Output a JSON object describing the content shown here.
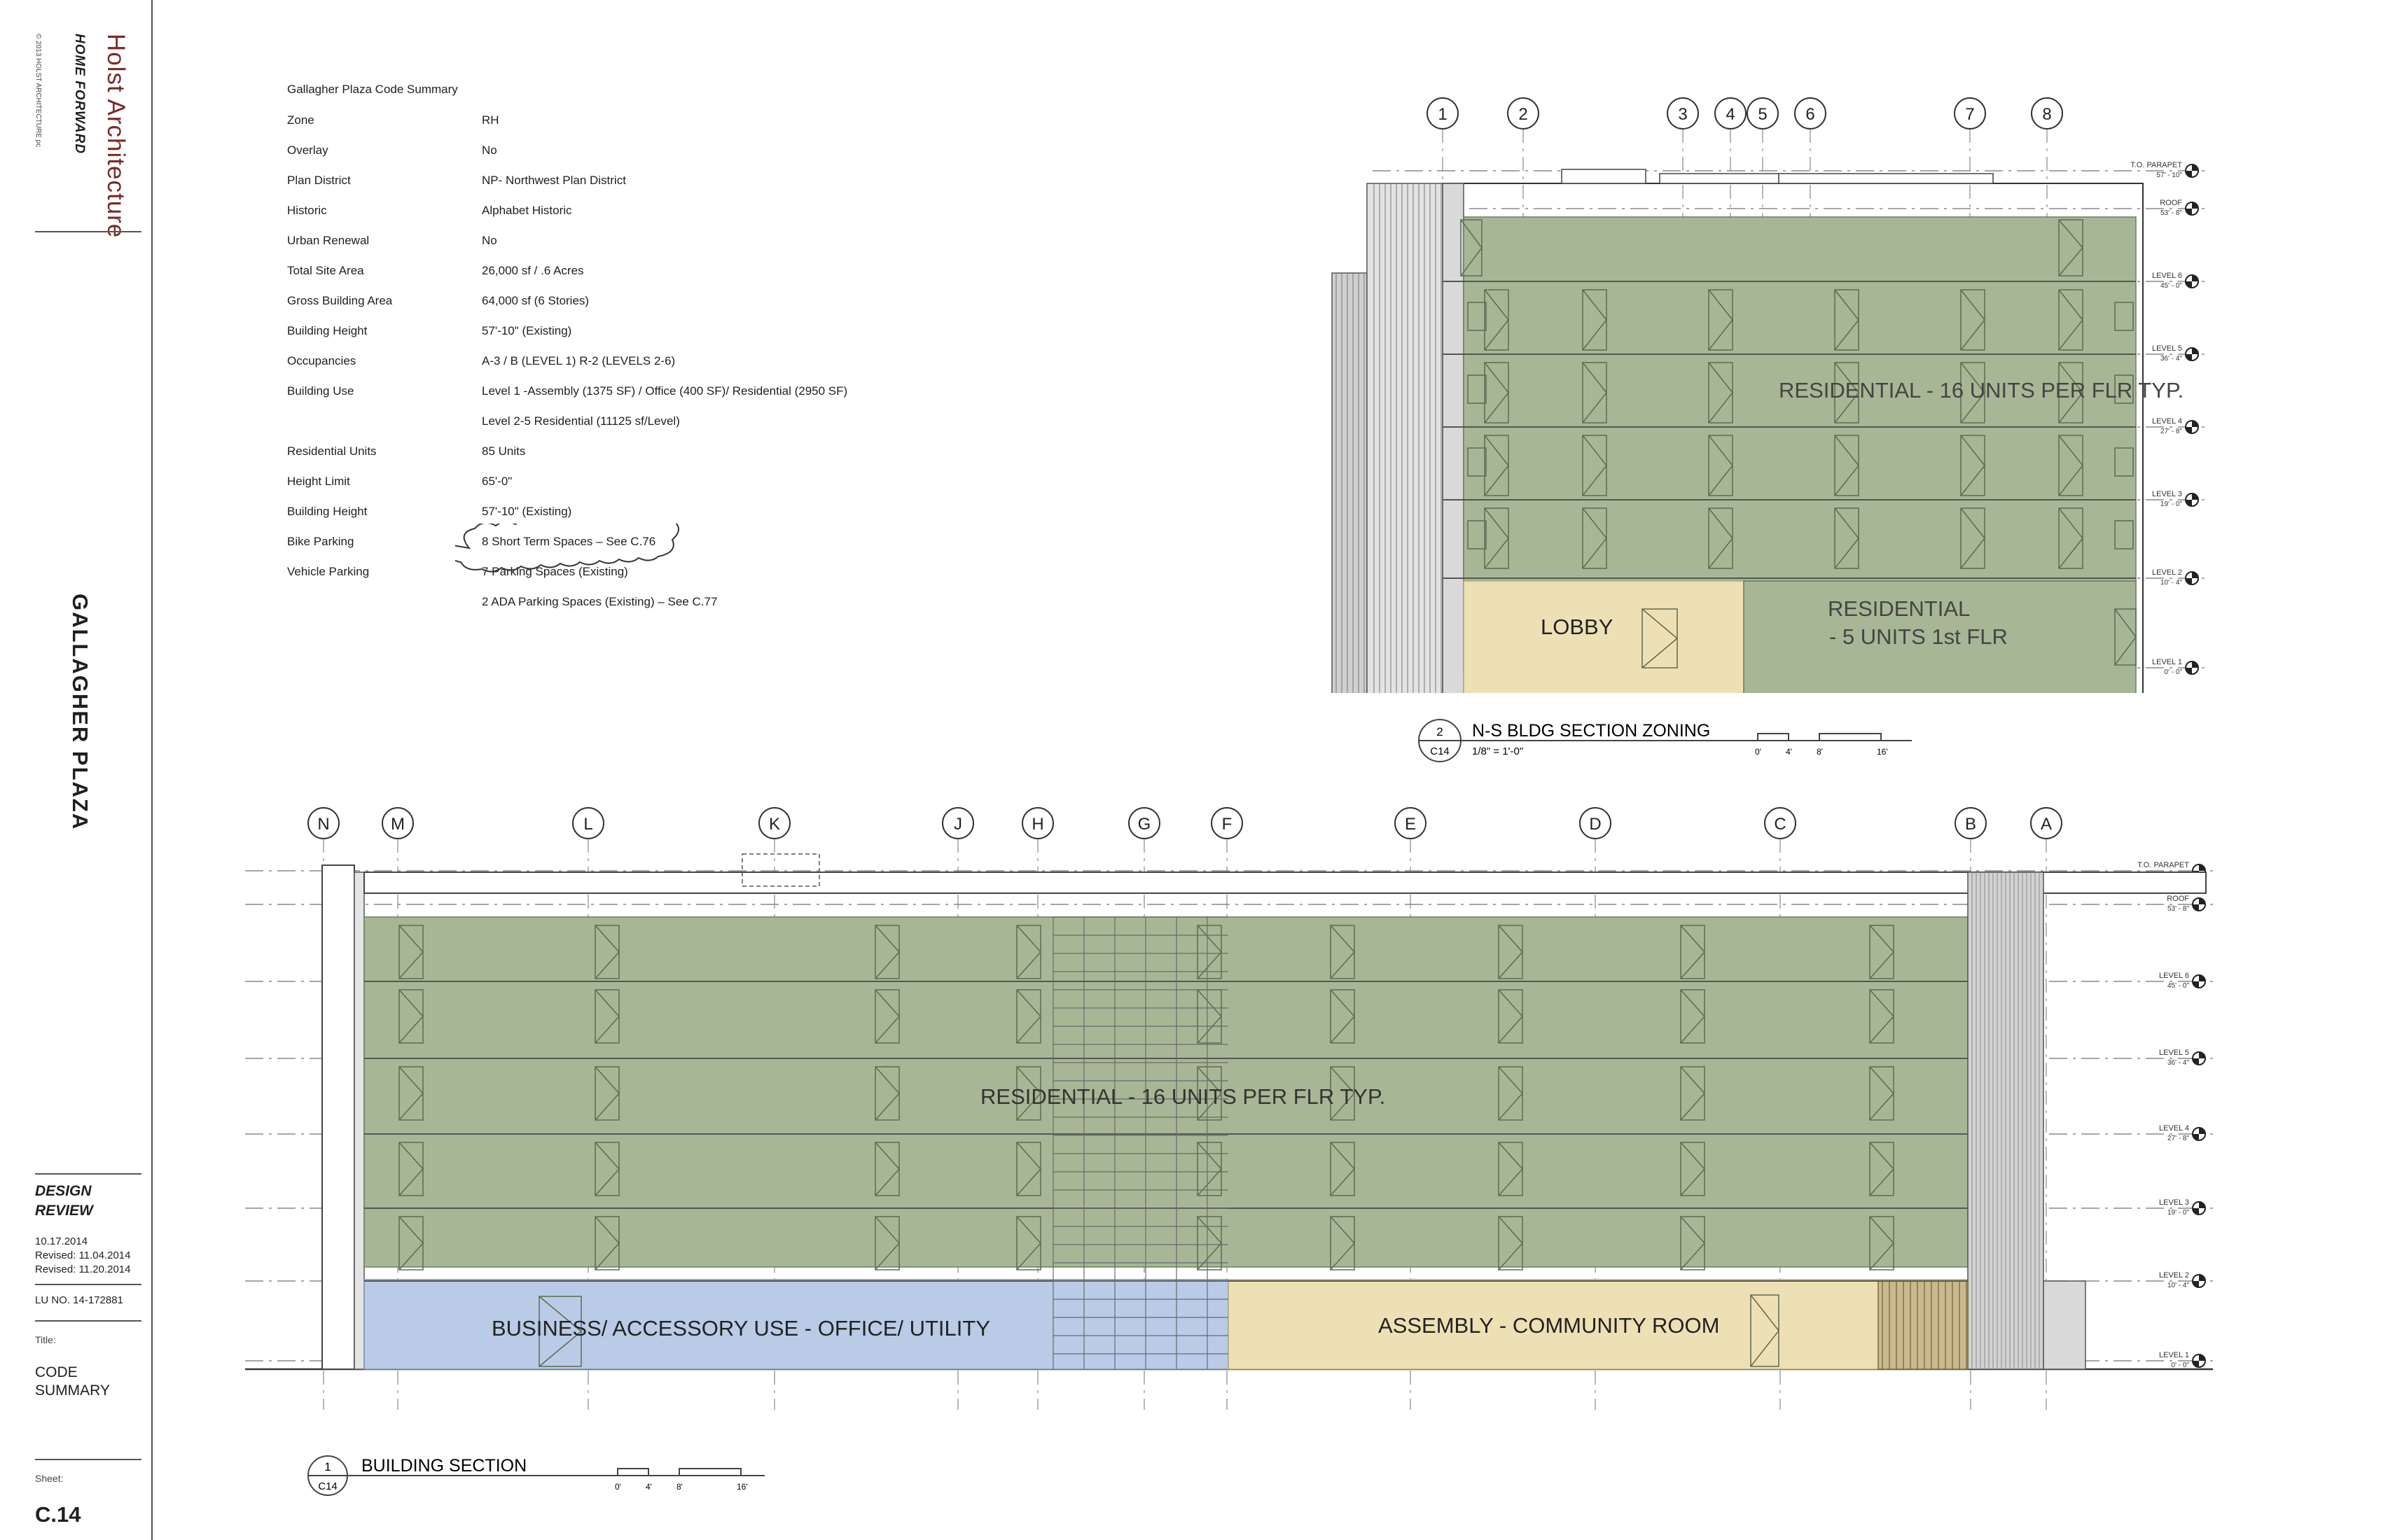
{
  "title_block": {
    "firm": "Holst Architecture",
    "client": "HOME FORWARD",
    "copyright": "© 2013 HOLST ARCHITECTURE pc",
    "project": "GALLAGHER PLAZA",
    "design_review": "DESIGN REVIEW",
    "dates": [
      "10.17.2014",
      "Revised: 11.04.2014",
      "Revised: 11.20.2014"
    ],
    "lu_no": "LU NO. 14-172881",
    "title_label": "Title:",
    "title_value": "CODE SUMMARY",
    "sheet_label": "Sheet:",
    "sheet_value": "C.14"
  },
  "code_summary": {
    "title": "Gallagher Plaza Code Summary",
    "rows": [
      {
        "label": "Zone",
        "value": "RH"
      },
      {
        "label": "Overlay",
        "value": "No"
      },
      {
        "label": "Plan District",
        "value": "NP- Northwest Plan District"
      },
      {
        "label": "Historic",
        "value": "Alphabet Historic"
      },
      {
        "label": "Urban Renewal",
        "value": "No"
      },
      {
        "label": "Total Site Area",
        "value": "26,000 sf / .6 Acres"
      },
      {
        "label": "Gross Building Area",
        "value": "64,000 sf (6 Stories)"
      },
      {
        "label": "Building Height",
        "value": "57'-10\" (Existing)"
      },
      {
        "label": "Occupancies",
        "value": "A-3 / B (LEVEL 1) R-2 (LEVELS 2-6)"
      },
      {
        "label": "Building Use",
        "value": "Level 1 -Assembly (1375 SF) / Office (400 SF)/ Residential (2950 SF)"
      },
      {
        "label": "",
        "value": "Level 2-5 Residential (11125 sf/Level)"
      },
      {
        "label": "Residential Units",
        "value": "85 Units"
      },
      {
        "label": "Height Limit",
        "value": "65'-0\""
      },
      {
        "label": "Building Height",
        "value": "57'-10\" (Existing)"
      },
      {
        "label": "Bike Parking",
        "value": "8 Short Term Spaces – See C.76"
      },
      {
        "label": "Vehicle Parking",
        "value": "7 Parking Spaces (Existing)"
      },
      {
        "label": "",
        "value": "2 ADA Parking Spaces (Existing) – See C.77"
      }
    ]
  },
  "levels": [
    {
      "name": "T.O. PARAPET",
      "elev": "57' - 10\""
    },
    {
      "name": "ROOF",
      "elev": "53' - 8\""
    },
    {
      "name": "LEVEL 6",
      "elev": "45' - 0\""
    },
    {
      "name": "LEVEL 5",
      "elev": "36' - 4\""
    },
    {
      "name": "LEVEL 4",
      "elev": "27' - 8\""
    },
    {
      "name": "LEVEL 3",
      "elev": "19' - 0\""
    },
    {
      "name": "LEVEL 2",
      "elev": "10' - 4\""
    },
    {
      "name": "LEVEL 1",
      "elev": "0' - 0\""
    }
  ],
  "ns_section": {
    "grids": [
      "1",
      "2",
      "3",
      "4",
      "5",
      "6",
      "7",
      "8"
    ],
    "zone_residential_upper": "RESIDENTIAL - 16 UNITS PER FLR TYP.",
    "zone_lobby": "LOBBY",
    "zone_residential_l1_a": "RESIDENTIAL",
    "zone_residential_l1_b": "- 5 UNITS 1st FLR",
    "tag_number": "2",
    "tag_sheet": "C14",
    "title": "N-S BLDG SECTION ZONING",
    "scale": "1/8\" = 1'-0\"",
    "scalebar": [
      "0'",
      "4'",
      "8'",
      "16'"
    ],
    "colors": {
      "residential": "#a7b796",
      "lobby": "#ede0b4"
    }
  },
  "ew_section": {
    "grids": [
      "N",
      "M",
      "L",
      "K",
      "J",
      "H",
      "G",
      "F",
      "E",
      "D",
      "C",
      "B",
      "A"
    ],
    "zone_residential": "RESIDENTIAL - 16 UNITS PER FLR TYP.",
    "zone_business": "BUSINESS/ ACCESSORY USE - OFFICE/ UTILITY",
    "zone_assembly": "ASSEMBLY - COMMUNITY ROOM",
    "tag_number": "1",
    "tag_sheet": "C14",
    "title": "BUILDING SECTION",
    "scalebar": [
      "0'",
      "4'",
      "8'",
      "16'"
    ],
    "colors": {
      "residential": "#a7b796",
      "business": "#b9cbe6",
      "assembly": "#ede0b4"
    }
  }
}
